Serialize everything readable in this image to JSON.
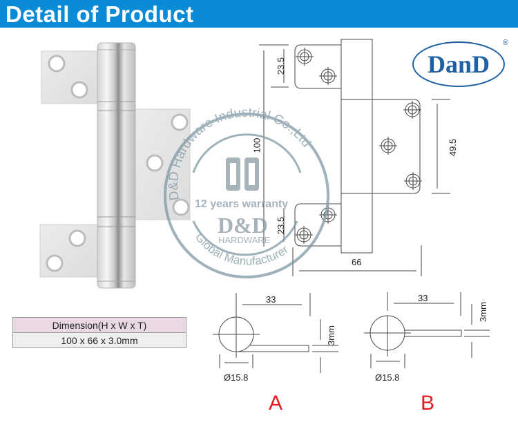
{
  "header": {
    "title": "Detail of Product",
    "background_color": "#0a8bd6"
  },
  "logo": {
    "brand": "DanD",
    "registered_mark": "®",
    "color": "#1f5fa3"
  },
  "watermark": {
    "arc_top": "D&D Hardware Industrial Co.,Ltd",
    "warranty": "12 years warranty",
    "brand": "D&D",
    "sub_brand": "HARDWARE",
    "arc_bottom": "Global Manufacturer"
  },
  "drawing": {
    "top_leaf_height": "23.5",
    "total_height": "100",
    "middle_leaf_height": "49.5",
    "bottom_leaf_height": "23.5",
    "total_width": "66"
  },
  "spec_table": {
    "header": "Dimension(H x W x T)",
    "value": "100 x 66 x 3.0mm"
  },
  "section_a": {
    "label": "A",
    "length": "33",
    "thickness": "3mm",
    "diameter": "Ø15.8"
  },
  "section_b": {
    "label": "B",
    "length": "33",
    "thickness": "3mm",
    "diameter": "Ø15.8"
  },
  "colors": {
    "accent_red": "#e31b23",
    "watermark_gray": "#7f97a3"
  }
}
